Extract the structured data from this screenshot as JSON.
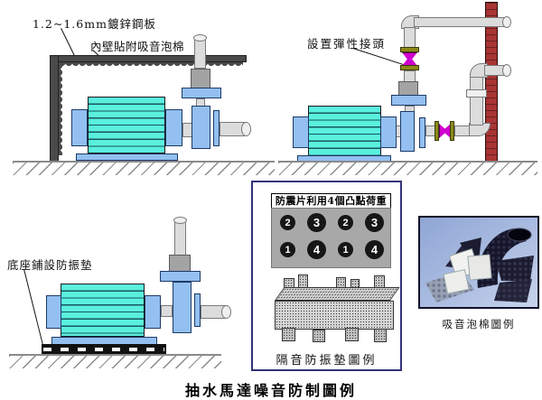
{
  "main_title": "抽水馬達噪音防制圖例",
  "top_left": {
    "steel_plate_label": "1.2~1.6mm鍍鋅鋼板",
    "foam_label": "內壁貼附吸音泡棉"
  },
  "top_right": {
    "flexible_joint_label": "設置彈性接頭"
  },
  "bottom_left": {
    "vibration_pad_label": "底座鋪設防振墊"
  },
  "vibration_panel": {
    "title": "防震片利用4個凸點荷重",
    "circles": [
      "2",
      "3",
      "2",
      "3",
      "1",
      "4",
      "1",
      "4"
    ],
    "caption": "隔音防振墊圖例"
  },
  "foam_photo": {
    "caption": "吸音泡棉圖例"
  },
  "colors": {
    "motor_cyan": "#5AF0DE",
    "component_blue": "#93C0F0",
    "pipe_gray": "#DCDCDC",
    "enclosure_dark": "#4A4A4A",
    "column_red": "#A93434",
    "joint_magenta": "#CF00CF",
    "flange_olive": "#8A8A18",
    "frame_navy": "#33337A"
  }
}
